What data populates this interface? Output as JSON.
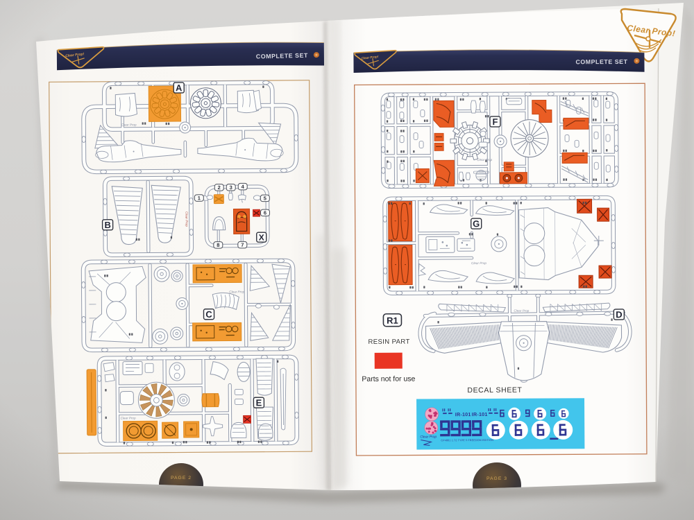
{
  "brand": {
    "name": "Clear Prop!",
    "stamp": "Clear Prop"
  },
  "header": {
    "title": "COMPLETE SET"
  },
  "left_page": {
    "page_label": "PAGE 2",
    "sprue_labels": {
      "a": "A",
      "b": "B",
      "x": "X",
      "c": "C",
      "e": "E"
    },
    "clear_parts_numbers": [
      "1",
      "2",
      "3",
      "4",
      "5",
      "6",
      "7",
      "8"
    ]
  },
  "right_page": {
    "page_label": "PAGE 3",
    "sprue_labels": {
      "f": "F",
      "g": "G",
      "d": "D"
    },
    "resin": {
      "box_label": "R1",
      "title": "RESIN PART",
      "note": "Parts not for use"
    },
    "decal": {
      "title": "DECAL SHEET",
      "registration": "IR-101",
      "registration2": "IR-101",
      "footnote": "CP4801  1:72 TYPE 5 FREEDOM EDITION"
    }
  },
  "colors": {
    "header_navy": "#232749",
    "gold_accent": "#cf8c2d",
    "highlight_orange": "#f29a2e",
    "highlight_red_orange": "#ea5a20",
    "not_for_use_red": "#e93120",
    "sprue_line": "#9199ab",
    "frame_line_left": "#c29a66",
    "frame_line_right": "#c07c55",
    "decal_cyan": "#3fc4ec",
    "decal_ink": "#2a3090",
    "page_white": "#fcfbf9",
    "background_gray": "#d3d2d0"
  }
}
